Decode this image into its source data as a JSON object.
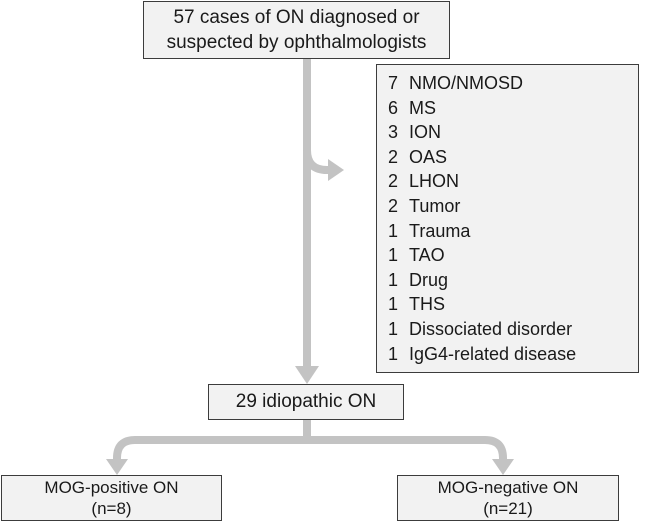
{
  "top_box": {
    "line1": "57 cases of ON diagnosed or",
    "line2": "suspected by ophthalmologists"
  },
  "exclusions": [
    {
      "count": "7",
      "label": "NMO/NMOSD"
    },
    {
      "count": "6",
      "label": "MS"
    },
    {
      "count": "3",
      "label": "ION"
    },
    {
      "count": "2",
      "label": "OAS"
    },
    {
      "count": "2",
      "label": "LHON"
    },
    {
      "count": "2",
      "label": "Tumor"
    },
    {
      "count": "1",
      "label": "Trauma"
    },
    {
      "count": "1",
      "label": "TAO"
    },
    {
      "count": "1",
      "label": "Drug"
    },
    {
      "count": "1",
      "label": "THS"
    },
    {
      "count": "1",
      "label": "Dissociated disorder"
    },
    {
      "count": "1",
      "label": "IgG4-related disease"
    }
  ],
  "middle_box": {
    "text": "29 idiopathic ON"
  },
  "left_box": {
    "line1": "MOG-positive ON",
    "line2": "(n=8)"
  },
  "right_box": {
    "line1": "MOG-negative ON",
    "line2": "(n=21)"
  },
  "colors": {
    "arrow": "#c3c3c3",
    "box_fill": "#f2f2f2",
    "box_border": "#3c3c3c"
  }
}
